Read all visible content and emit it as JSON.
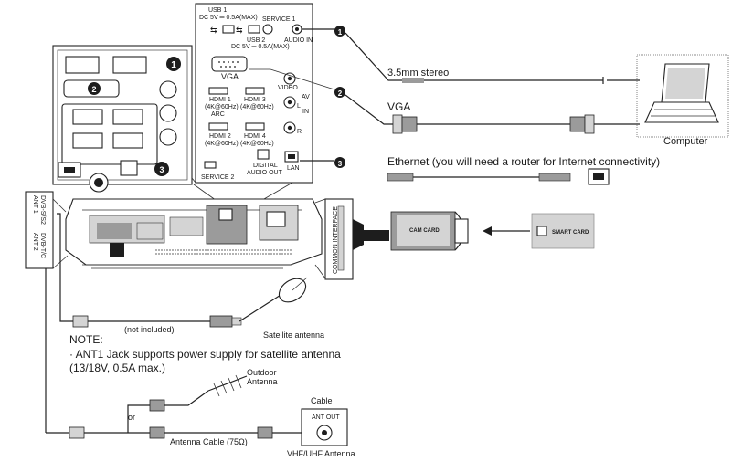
{
  "panel": {
    "usb1": "USB 1",
    "usb1_spec": "DC 5V ═ 0.5A(MAX)",
    "usb2": "USB 2",
    "usb2_spec": "DC 5V ═ 0.5A(MAX)",
    "service1": "SERVICE 1",
    "audio_in": "AUDIO IN",
    "vga": "VGA",
    "video": "VIDEO",
    "av_in_a": "AV",
    "av_in_b": "IN",
    "l": "L",
    "r": "R",
    "hdmi1": "HDMI 1",
    "hdmi1_spec": "(4K@60Hz)",
    "hdmi1_arc": "ARC",
    "hdmi3": "HDMI 3",
    "hdmi3_spec": "(4K@60Hz)",
    "hdmi2": "HDMI 2",
    "hdmi2_spec": "(4K@60Hz)",
    "hdmi4": "HDMI 4",
    "hdmi4_spec": "(4K@60Hz)",
    "service2": "SERVICE 2",
    "digital_audio_a": "DIGITAL",
    "digital_audio_b": "AUDIO OUT",
    "lan": "LAN"
  },
  "callouts": [
    "1",
    "2",
    "3"
  ],
  "connections": {
    "stereo": "3.5mm stereo",
    "vga": "VGA",
    "ethernet": "Ethernet (you will need a router for Internet connectivity)",
    "computer": "Computer"
  },
  "side": {
    "ant1": "ANT 1",
    "ant1_std": "DVB-S/S2",
    "ant2": "ANT 2",
    "ant2_std": "DVB-T/C",
    "common_interface": "COMMON INTERFACE",
    "cam_card": "CAM CARD",
    "smart_card": "SMART CARD"
  },
  "antenna": {
    "not_included": "(not included)",
    "satellite": "Satellite antenna",
    "note_title": "NOTE:",
    "note_line1": "· ANT1 Jack supports power supply for satellite antenna",
    "note_line2": "(13/18V, 0.5A max.)",
    "outdoor_a": "Outdoor",
    "outdoor_b": "Antenna",
    "or": "or",
    "cable": "Cable",
    "ant_out": "ANT OUT",
    "antenna_cable": "Antenna Cable (75Ω)",
    "vhf_uhf": "VHF/UHF Antenna"
  }
}
